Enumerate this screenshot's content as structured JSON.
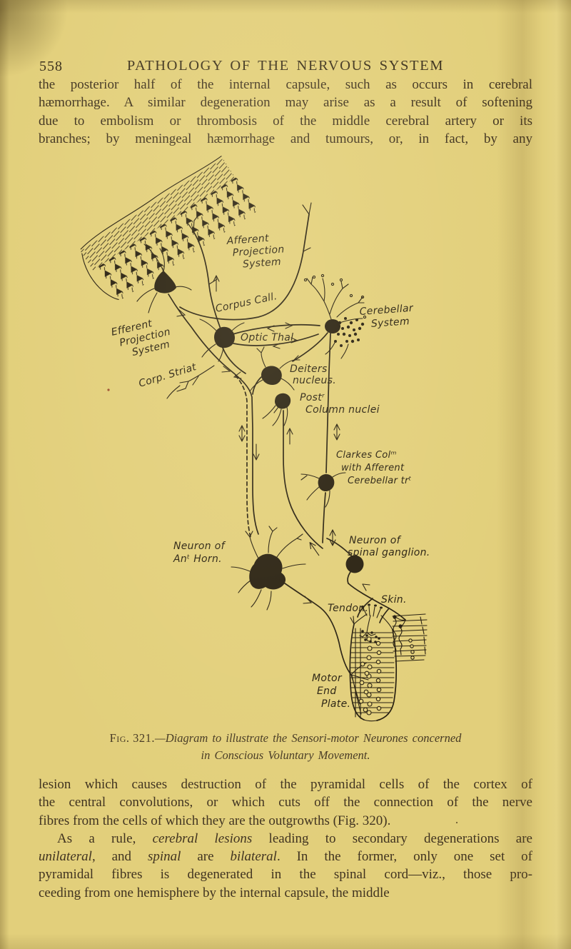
{
  "colors": {
    "paper": "#e2cf7b",
    "paper_light": "#ecdc92",
    "paper_dark": "#c9b25c",
    "text_ink": "#403320",
    "diagram_ink": "#241c0e",
    "speck_red": "#9b4a2c"
  },
  "header": {
    "page_number": "558",
    "title": "PATHOLOGY OF THE NERVOUS SYSTEM"
  },
  "paragraph1": {
    "line1": "the posterior half of the internal capsule, such as occurs in cerebral",
    "line2": "hæmorrhage.  A similar degeneration may arise as a result of softening",
    "line3": "due to embolism or thrombosis of the middle cerebral artery or its",
    "line4": "branches; by meningeal hæmorrhage and tumours, or, in fact, by any"
  },
  "figure": {
    "labels": {
      "afferent_line1": "Afferent",
      "afferent_line2": "Projection",
      "afferent_line3": "System",
      "corpus_callosum": "Corpus Call.",
      "efferent_line1": "Efferent",
      "efferent_line2": "Projection",
      "efferent_line3": "System",
      "corp_striatum": "Corp. Striat",
      "optic_thalamus": "Optic Thal.",
      "cerebellar_line1": "Cerebellar",
      "cerebellar_line2": "System",
      "deiters_line1": "Deiters",
      "deiters_line2": "nucleus.",
      "post_column_line1": "Postʳ",
      "post_column_line2": "Column nuclei",
      "clarkes_line1": "Clarkes Colᵐ",
      "clarkes_line2": "with Afferent",
      "clarkes_line3": "Cerebellar trᵗ",
      "ant_horn_line1": "Neuron of",
      "ant_horn_line2": "Anᵗ Horn.",
      "spinal_ganglion_line1": "Neuron of",
      "spinal_ganglion_line2": "spinal ganglion.",
      "skin": "Skin.",
      "tendon": "Tendon.",
      "motor_line1": "Motor",
      "motor_line2": "End",
      "motor_line3": "Plate."
    },
    "caption": {
      "fig_label": "Fig. 321.",
      "line1_rest": "—Diagram to illustrate the Sensori-motor Neurones concerned",
      "line2": "in Conscious Voluntary Movement."
    }
  },
  "paragraph2": {
    "line1": "lesion which causes destruction of the pyramidal cells of the cortex of",
    "line2": "the central convolutions, or which cuts off the connection of the nerve",
    "line3": "fibres from the cells of which they are the outgrowths (Fig. 320).",
    "line4_a": "As a rule, ",
    "line4_b": "cerebral lesions",
    "line4_c": " leading to secondary degenerations are",
    "line5_a": "unilateral",
    "line5_b": ", and ",
    "line5_c": "spinal",
    "line5_d": " are ",
    "line5_e": "bilateral",
    "line5_f": ".  In the former, only one set of",
    "line6": "pyramidal fibres is degenerated in the spinal cord—viz., those pro-",
    "line7": "ceeding from one hemisphere by the internal capsule, the middle"
  }
}
